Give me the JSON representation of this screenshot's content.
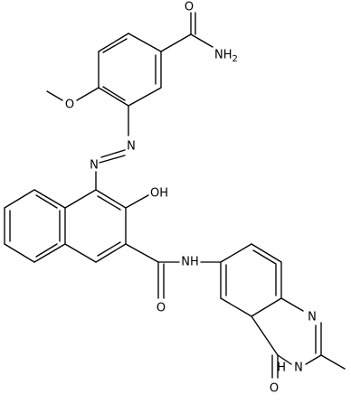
{
  "structure": {
    "atoms": {
      "o_carbonyl_top": "O",
      "nh2": "NH2",
      "o_methoxy": "O",
      "n_azo_1": "N",
      "n_azo_2": "N",
      "oh": "OH",
      "nh_amide": "NH",
      "o_amide": "O",
      "n_quin": "N",
      "nh_quin": "N",
      "h_quin": "H",
      "o_quin": "O"
    }
  },
  "colors": {
    "bond": "#000000",
    "text": "#000000",
    "background": "#ffffff"
  }
}
